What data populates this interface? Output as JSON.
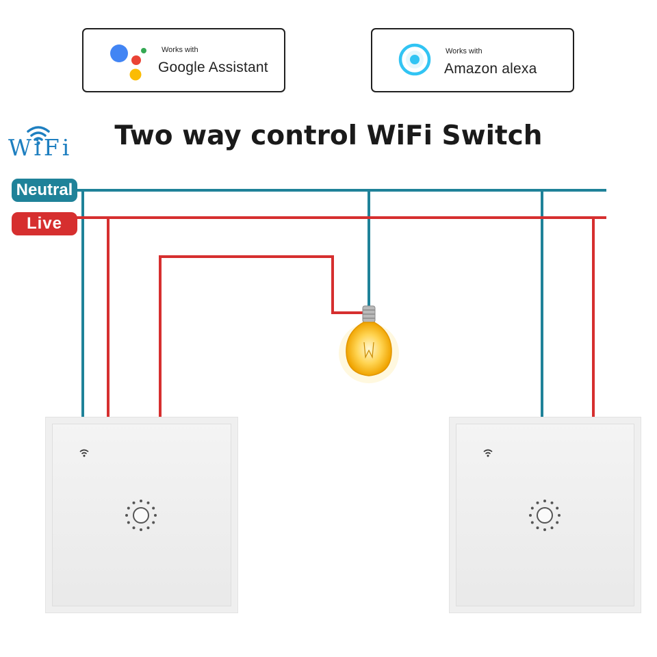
{
  "badges": {
    "google": {
      "small": "Works with",
      "big": "Google Assistant",
      "icon": "google-assistant-icon",
      "colors": [
        "#4285f4",
        "#ea4335",
        "#fbbc04",
        "#34a853"
      ]
    },
    "alexa": {
      "small": "Works with",
      "big": "Amazon alexa",
      "icon": "alexa-icon",
      "color": "#31c4f3"
    }
  },
  "wifi_logo": {
    "text": "WiFi",
    "icon": "wifi-icon",
    "color": "#1e7fc0"
  },
  "title": "Two way control WiFi Switch",
  "wires": {
    "neutral": {
      "label": "Neutral",
      "color": "#1f8299"
    },
    "live": {
      "label": "Live",
      "color": "#d62f2f"
    }
  },
  "devices": {
    "lamp": {
      "icon": "light-bulb-icon"
    },
    "switch_left": {
      "icon": "touch-button-icon"
    },
    "switch_right": {
      "icon": "touch-button-icon"
    }
  }
}
